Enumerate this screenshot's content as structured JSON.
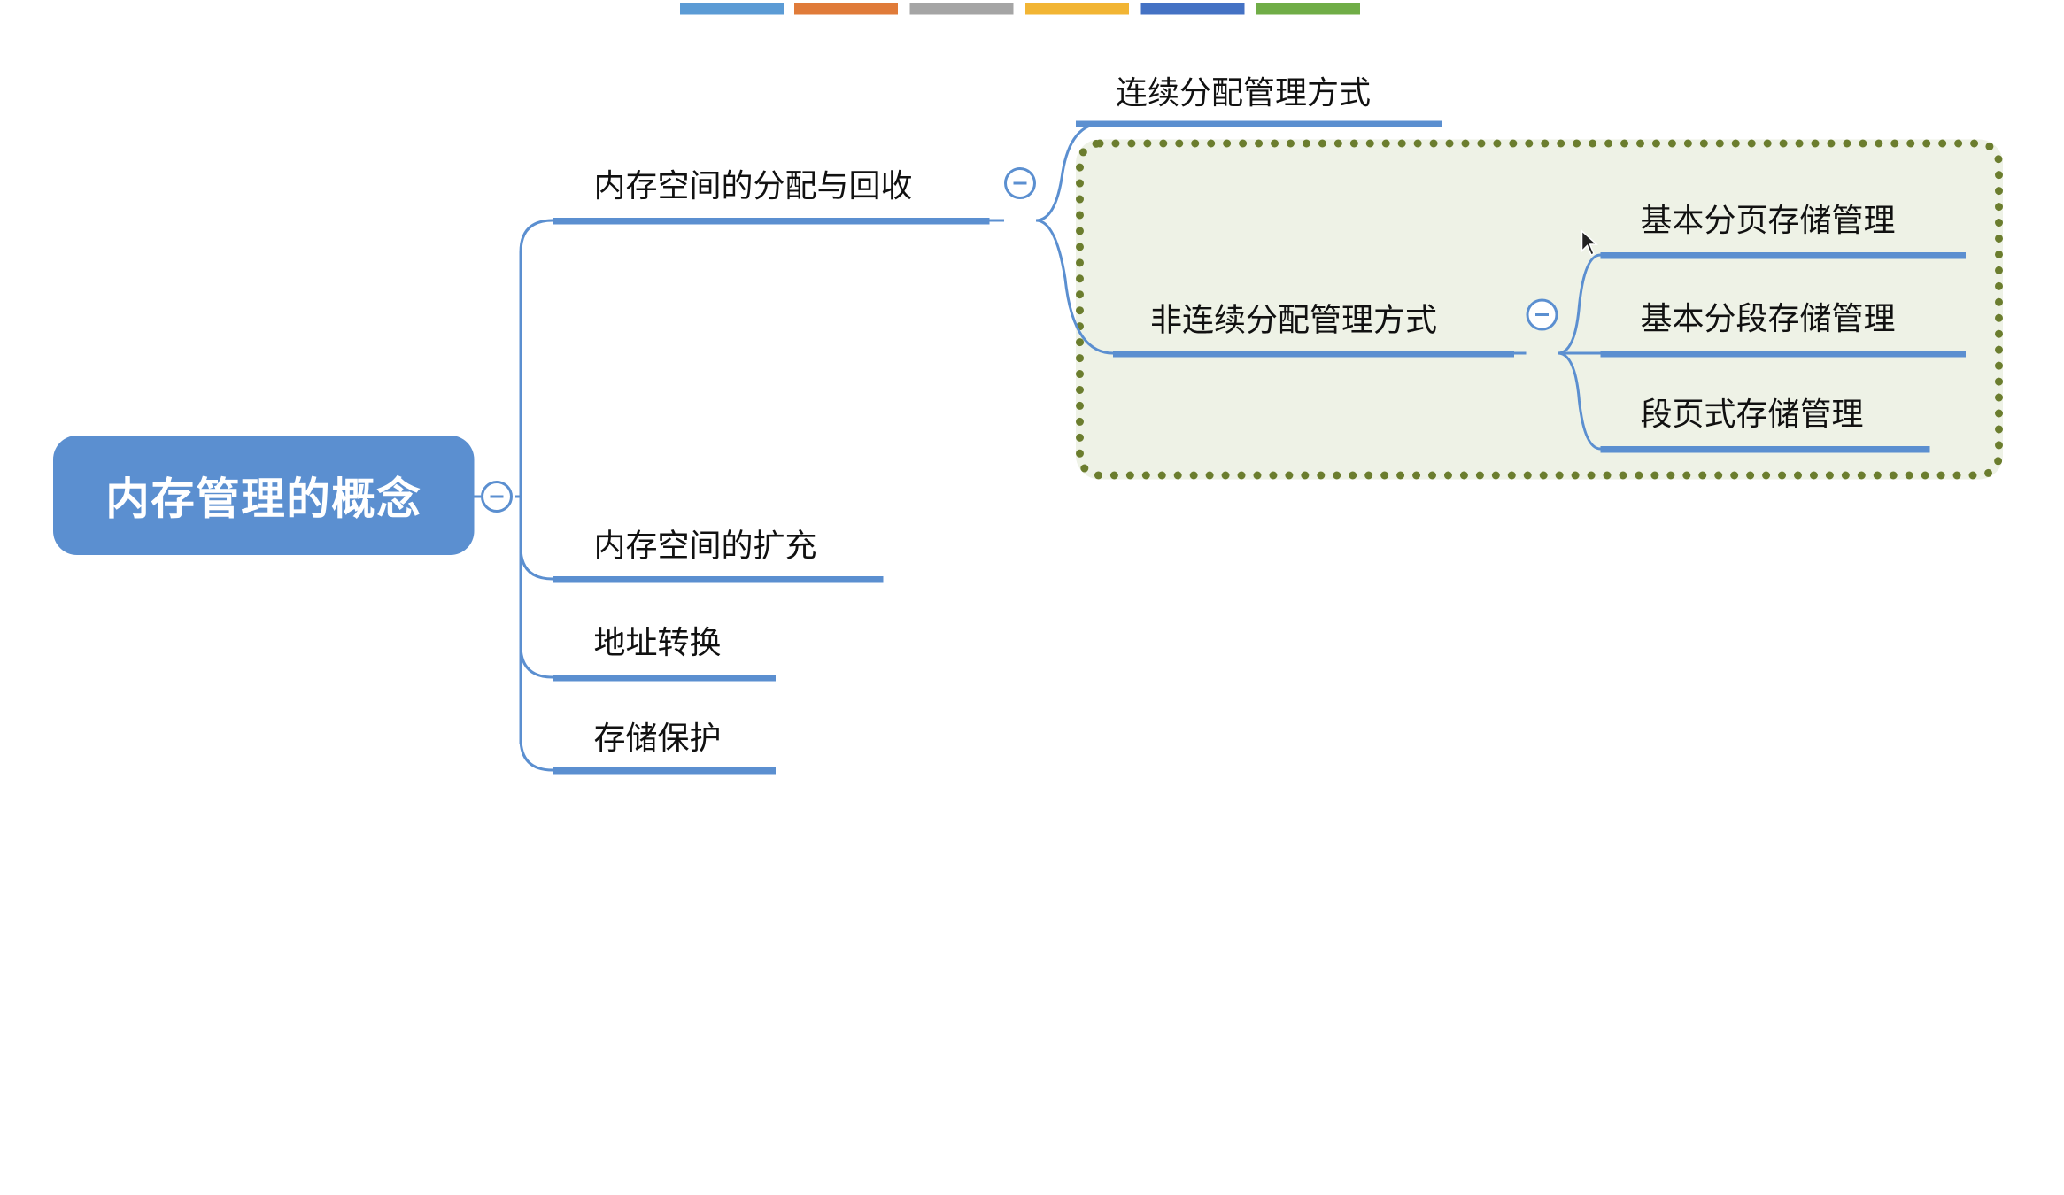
{
  "palette": {
    "swatches": [
      "#5b9bd5",
      "#e07b39",
      "#a5a5a5",
      "#f2b534",
      "#4472c4",
      "#70ad47"
    ],
    "line": "#5b8fd0",
    "root_fill": "#5b8fd0",
    "frame_border": "#6b7d2e",
    "frame_fill": "#eef2e6"
  },
  "mindmap": {
    "root": "内存管理的概念",
    "branches": [
      {
        "label": "内存空间的分配与回收",
        "children": [
          {
            "label": "连续分配管理方式"
          },
          {
            "label": "非连续分配管理方式",
            "children": [
              {
                "label": "基本分页存储管理"
              },
              {
                "label": "基本分段存储管理"
              },
              {
                "label": "段页式存储管理"
              }
            ]
          }
        ]
      },
      {
        "label": "内存空间的扩充"
      },
      {
        "label": "地址转换"
      },
      {
        "label": "存储保护"
      }
    ]
  }
}
